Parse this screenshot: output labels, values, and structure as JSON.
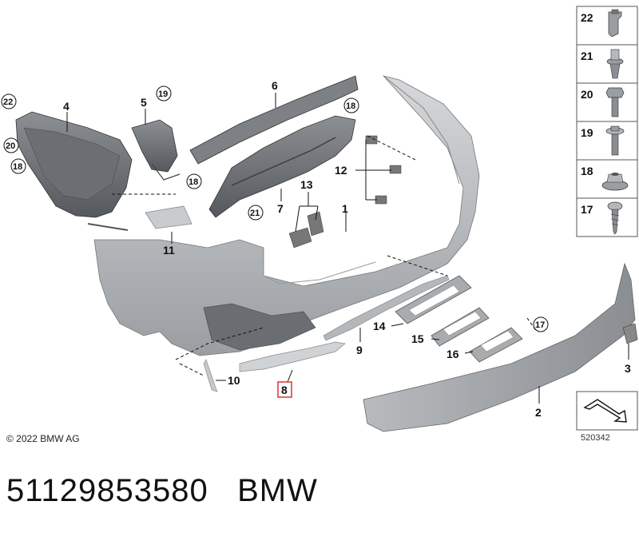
{
  "callouts": {
    "c1": "1",
    "c2": "2",
    "c3": "3",
    "c4": "4",
    "c5": "5",
    "c6": "6",
    "c7": "7",
    "c8": "8",
    "c9": "9",
    "c10": "10",
    "c11": "11",
    "c12": "12",
    "c13": "13",
    "c14": "14",
    "c15": "15",
    "c16": "16",
    "c17": "17",
    "c18": "18",
    "c19": "19",
    "c20": "20",
    "c21": "21",
    "c22": "22"
  },
  "sidebar": {
    "items": [
      {
        "number": "22",
        "icon": "clip-nut-icon"
      },
      {
        "number": "21",
        "icon": "expanding-rivet-icon"
      },
      {
        "number": "20",
        "icon": "hex-screw-icon"
      },
      {
        "number": "19",
        "icon": "collar-screw-icon"
      },
      {
        "number": "18",
        "icon": "flange-nut-icon"
      },
      {
        "number": "17",
        "icon": "self-tapping-screw-icon"
      }
    ]
  },
  "highlight_color": "#e0403a",
  "copyright": "© 2022 BMW AG",
  "diagram_id": "520342",
  "part_number": "51129853580",
  "brand": "BMW"
}
